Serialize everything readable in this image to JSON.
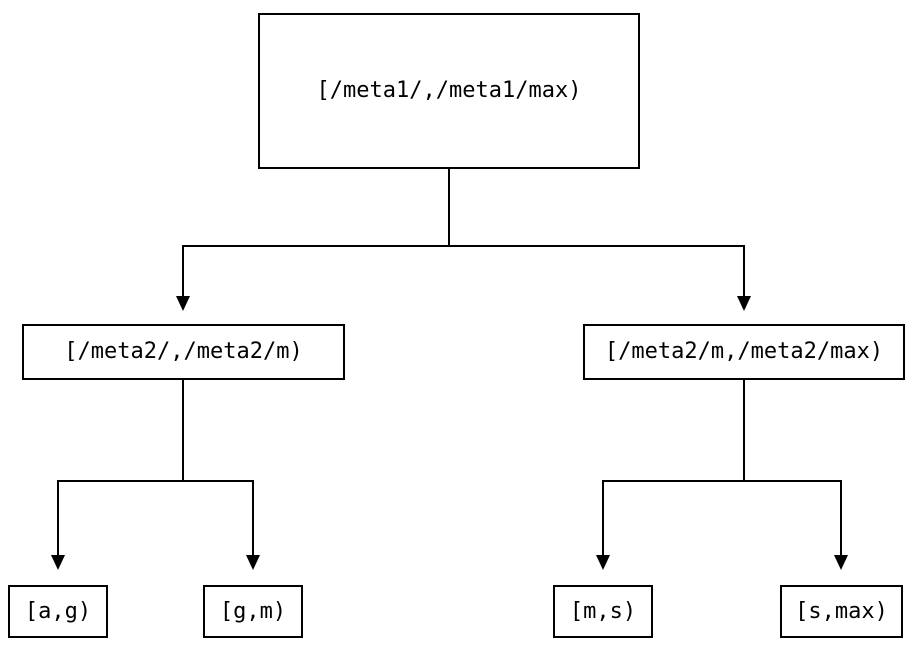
{
  "diagram": {
    "type": "tree",
    "colors": {
      "line": "#000000",
      "node_border": "#000000",
      "node_fill": "#ffffff",
      "text": "#000000",
      "background": "#ffffff"
    },
    "tree": {
      "label": "[/meta1/,/meta1/max)",
      "children": [
        {
          "label": "[/meta2/,/meta2/m)",
          "children": [
            {
              "label": "[a,g)"
            },
            {
              "label": "[g,m)"
            }
          ]
        },
        {
          "label": "[/meta2/m,/meta2/max)",
          "children": [
            {
              "label": "[m,s)"
            },
            {
              "label": "[s,max)"
            }
          ]
        }
      ]
    }
  }
}
